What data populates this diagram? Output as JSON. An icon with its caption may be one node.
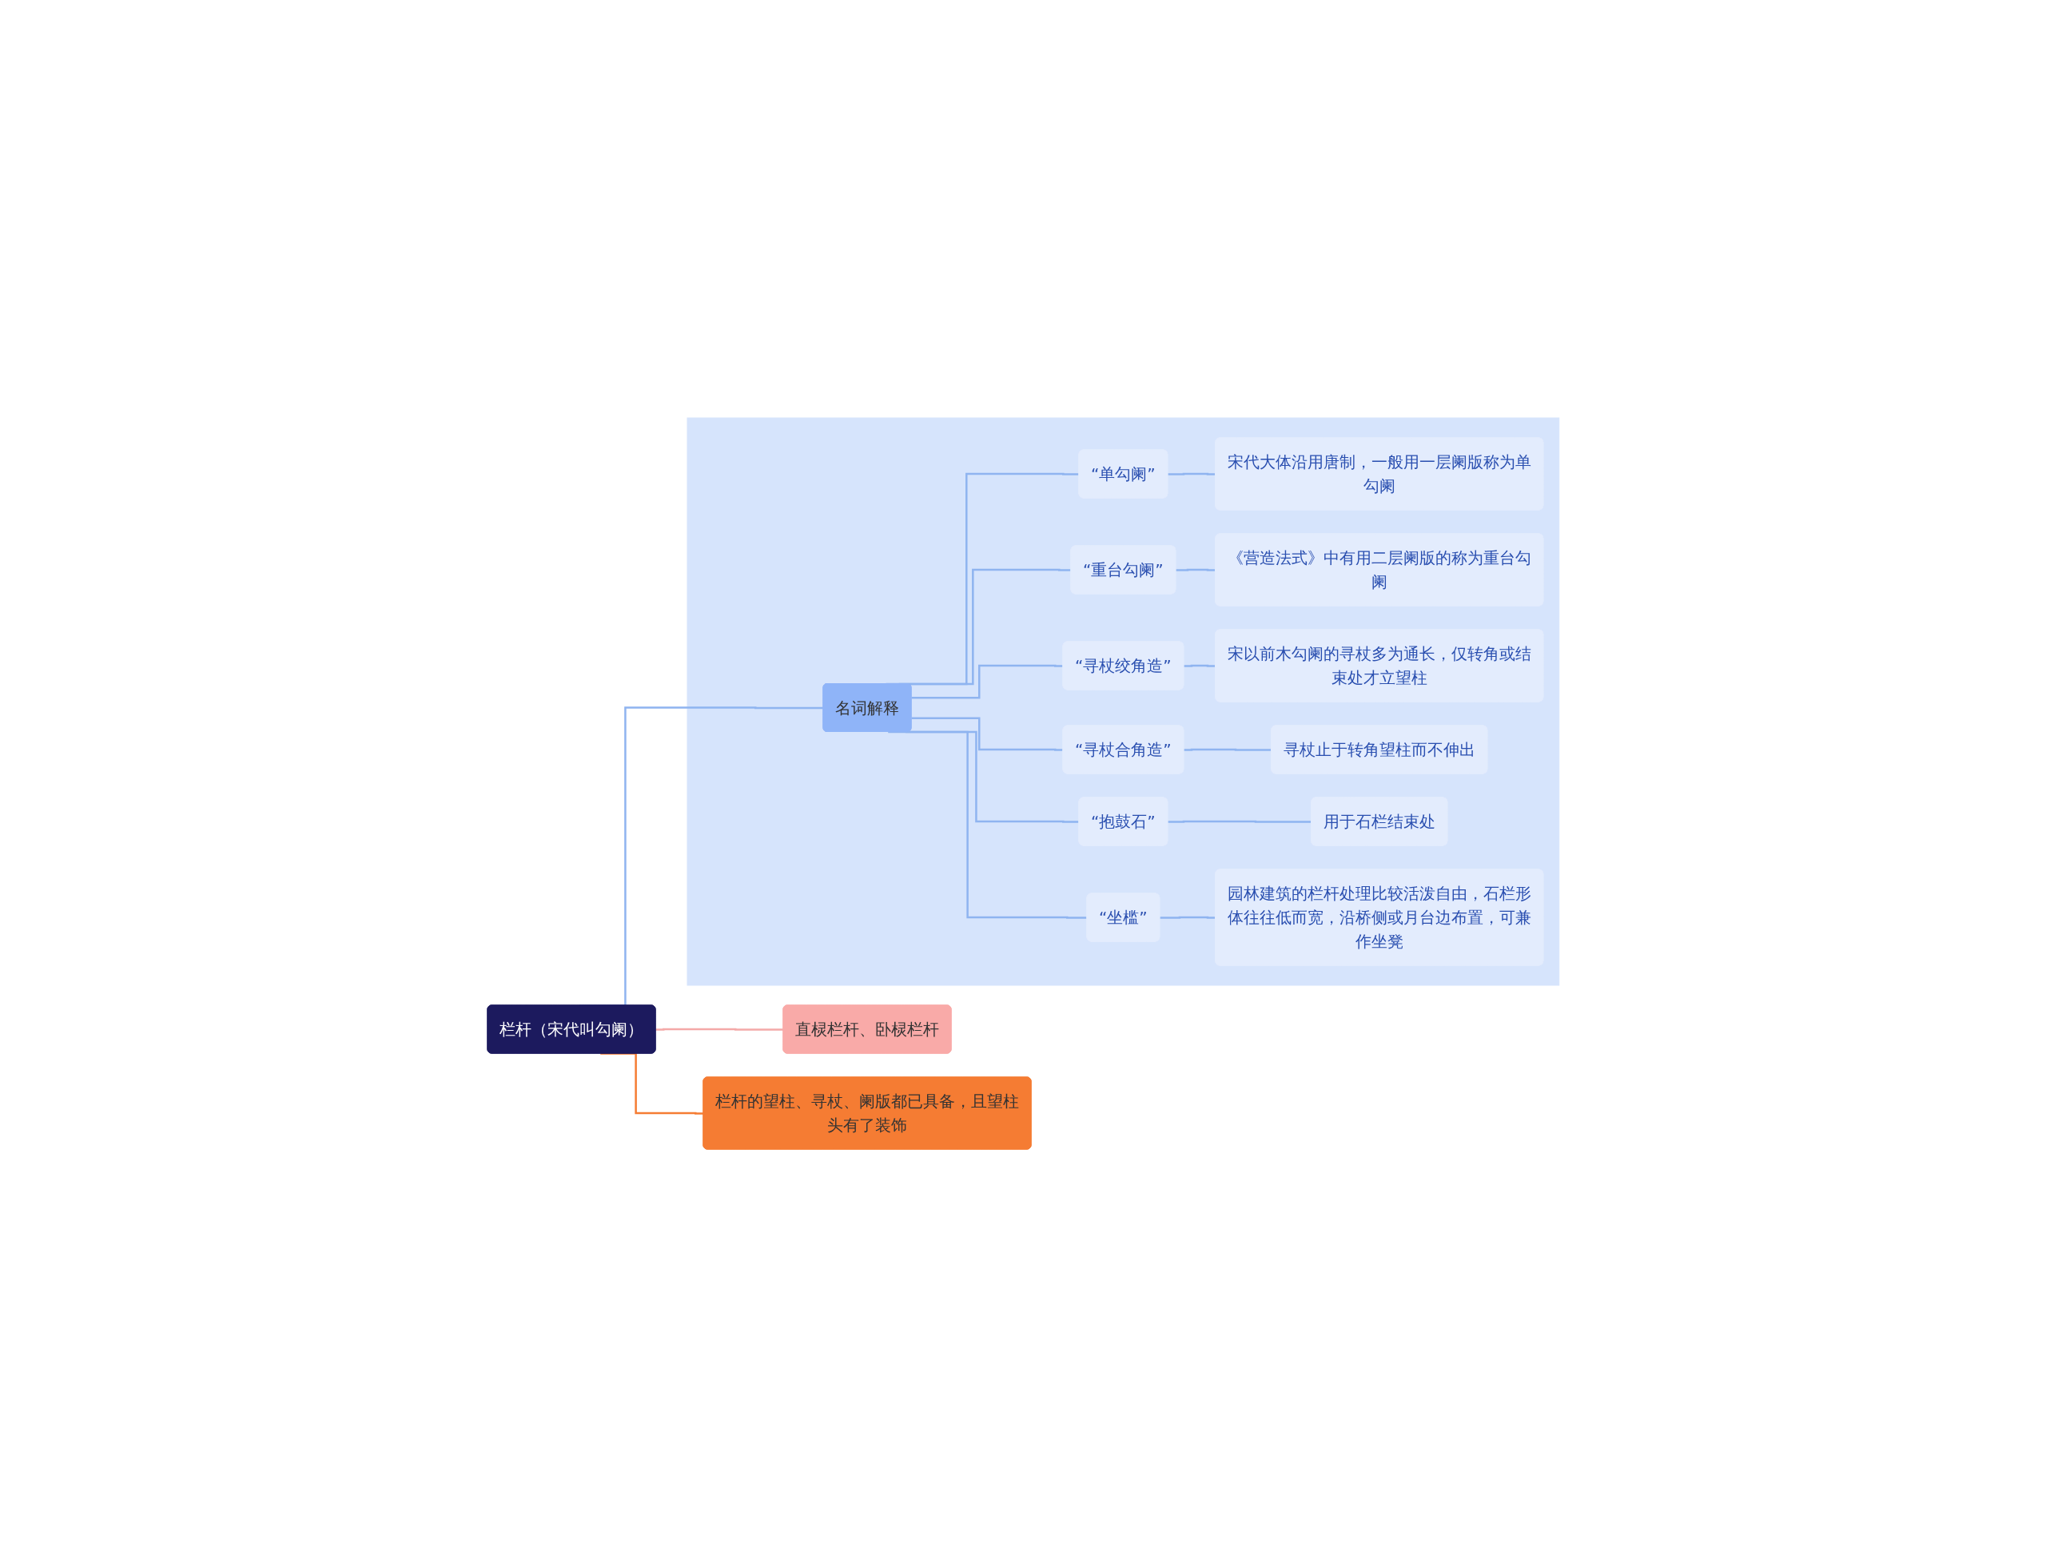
{
  "diagram": {
    "nodes": [
      {
        "text": [
          "栏杆（宋代叫勾阑）"
        ]
      },
      {
        "text": [
          "直棂栏杆、卧棂栏杆"
        ]
      },
      {
        "text": [
          "栏杆的望柱、寻杖、阑版都已具备，且望柱头有了装饰"
        ]
      },
      {
        "text": [],
        "shape": "box"
      },
      {
        "text": [
          "名词解释"
        ],
        "in": 3
      },
      {
        "text": [
          "“单勾阑”"
        ],
        "in": 3
      },
      {
        "text": [
          "宋代大体沿用唐制，一般用一层阑版称为单勾阑"
        ],
        "in": 3
      },
      {
        "text": [
          "“重台勾阑”"
        ],
        "in": 3
      },
      {
        "text": [
          "《营造法式》中有用二层阑版的称为重台勾阑"
        ],
        "in": 3
      },
      {
        "text": [
          "“寻杖绞角造”"
        ],
        "in": 3
      },
      {
        "text": [
          "宋以前木勾阑的寻杖多为通长，仅转角或结束处才立望柱"
        ],
        "in": 3
      },
      {
        "text": [
          "“寻杖合角造”"
        ],
        "in": 3
      },
      {
        "text": [
          "寻杖止于转角望柱而不伸出"
        ],
        "in": 3
      },
      {
        "text": [
          "“抱鼓石”"
        ],
        "in": 3
      },
      {
        "text": [
          "用于石栏结束处"
        ],
        "in": 3
      },
      {
        "text": [
          "“坐槛”"
        ],
        "in": 3
      },
      {
        "text": [
          "园林建筑的栏杆处理比较活泼自由，石栏形体往往低而宽，沿桥侧或月台边布置，可兼作坐凳"
        ],
        "in": 3
      }
    ],
    "edges": [
      {
        "from": 0,
        "to": 1,
        "arrow": "none",
        "color": "#f4a9a8"
      },
      {
        "from": 0,
        "to": 2,
        "arrow": "none",
        "color": "#f57c33"
      },
      {
        "from": 0,
        "to": 4,
        "arrow": "none"
      },
      {
        "from": 4,
        "to": 5,
        "arrow": "none"
      },
      {
        "from": 5,
        "to": 6,
        "arrow": "none"
      },
      {
        "from": 4,
        "to": 7,
        "arrow": "none"
      },
      {
        "from": 7,
        "to": 8,
        "arrow": "none"
      },
      {
        "from": 4,
        "to": 9,
        "arrow": "none"
      },
      {
        "from": 9,
        "to": 10,
        "arrow": "none"
      },
      {
        "from": 4,
        "to": 11,
        "arrow": "none"
      },
      {
        "from": 11,
        "to": 12,
        "arrow": "none"
      },
      {
        "from": 4,
        "to": 13,
        "arrow": "none"
      },
      {
        "from": 13,
        "to": 14,
        "arrow": "none"
      },
      {
        "from": 4,
        "to": 15,
        "arrow": "none"
      },
      {
        "from": 15,
        "to": 16,
        "arrow": "none"
      }
    ]
  }
}
